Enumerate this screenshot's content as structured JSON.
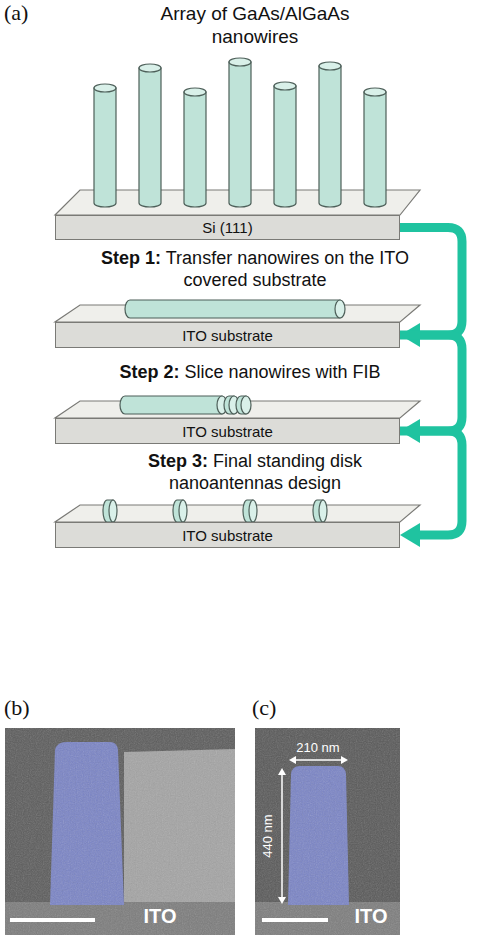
{
  "diagram": {
    "nodes": [
      {
        "text": [
          "Si (111)"
        ]
      },
      {
        "text": [
          "ITO substrate"
        ]
      },
      {
        "text": [
          "ITO substrate"
        ]
      },
      {
        "text": [
          "ITO substrate"
        ]
      }
    ],
    "edges": [
      {
        "from": 0,
        "to": 1,
        "arrow": "to"
      },
      {
        "from": 1,
        "to": 2,
        "arrow": "to"
      },
      {
        "from": 2,
        "to": 3,
        "arrow": "to"
      }
    ],
    "labels": [
      "(a)",
      "Array of GaAs/AlGaAs nanowires",
      "Step 1: Transfer nanowires on the ITO covered substrate",
      "Step 2: Slice nanowires with FIB",
      "Step 3: Final standing disk nanoantennas design",
      "(b)",
      "(c)",
      "ITO",
      "210 nm",
      "440 nm",
      "ITO"
    ]
  }
}
